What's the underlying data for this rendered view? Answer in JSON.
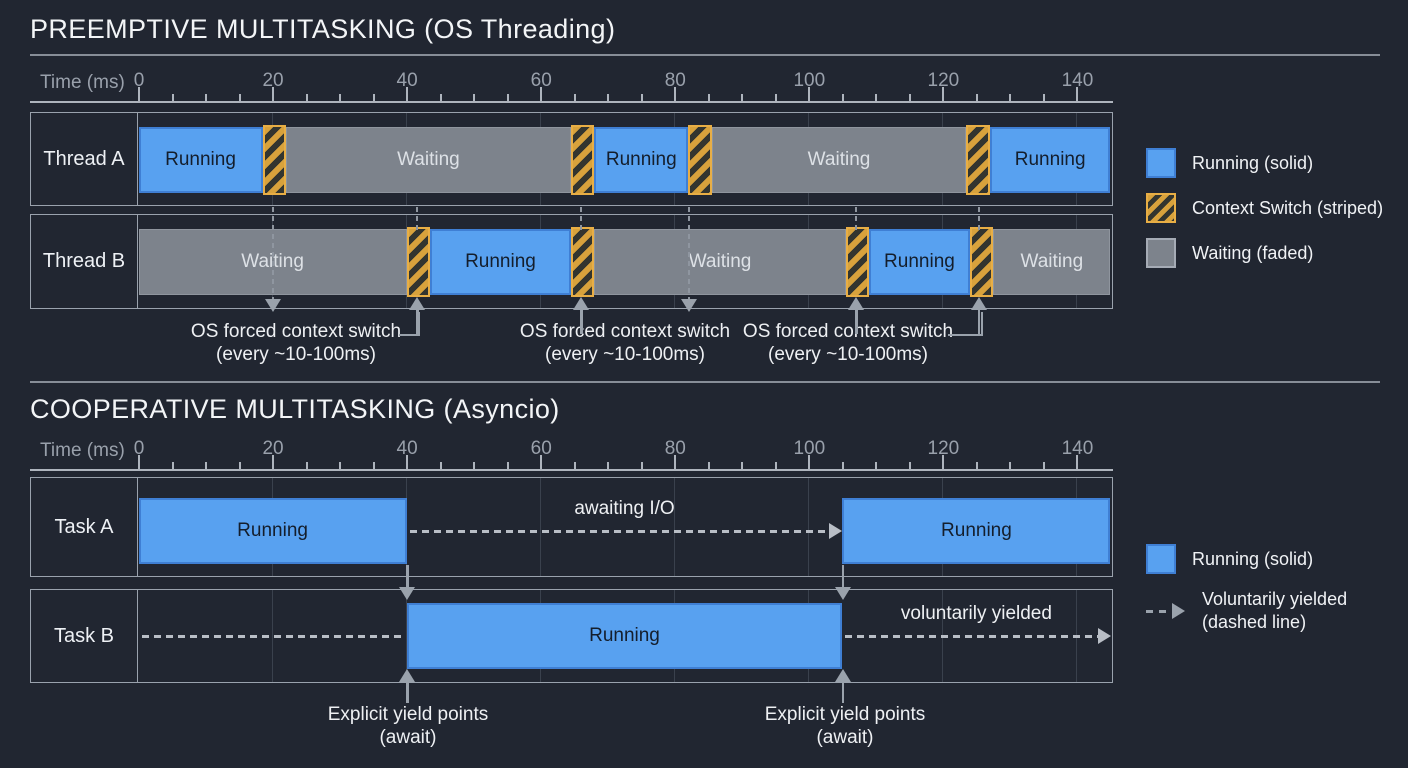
{
  "colors": {
    "background": "#212631",
    "running_blue": "#58a1f0",
    "waiting_gray": "#7d838c",
    "context_switch_gold": "#d8a23c",
    "arrow_gray": "#9aa2ac"
  },
  "preemptive": {
    "title": "PREEMPTIVE MULTITASKING (OS Threading)",
    "axis": {
      "label": "Time (ms)",
      "tick_labels": [
        "0",
        "20",
        "40",
        "60",
        "80",
        "100",
        "120",
        "140"
      ]
    },
    "rows": [
      {
        "label": "Thread A",
        "segments": [
          {
            "kind": "running",
            "label": "Running",
            "start": 0,
            "end": 18.5
          },
          {
            "kind": "switch",
            "start": 18.5,
            "end": 22
          },
          {
            "kind": "waiting",
            "label": "Waiting",
            "start": 22,
            "end": 64.5
          },
          {
            "kind": "switch",
            "start": 64.5,
            "end": 68
          },
          {
            "kind": "running",
            "label": "Running",
            "start": 68,
            "end": 82
          },
          {
            "kind": "switch",
            "start": 82,
            "end": 85.5
          },
          {
            "kind": "waiting",
            "label": "Waiting",
            "start": 85.5,
            "end": 123.5
          },
          {
            "kind": "switch",
            "start": 123.5,
            "end": 127
          },
          {
            "kind": "running",
            "label": "Running",
            "start": 127,
            "end": 145
          }
        ]
      },
      {
        "label": "Thread B",
        "segments": [
          {
            "kind": "waiting",
            "label": "Waiting",
            "start": 0,
            "end": 40
          },
          {
            "kind": "switch",
            "start": 40,
            "end": 43.5
          },
          {
            "kind": "running",
            "label": "Running",
            "start": 43.5,
            "end": 64.5
          },
          {
            "kind": "switch",
            "start": 64.5,
            "end": 68
          },
          {
            "kind": "waiting",
            "label": "Waiting",
            "start": 68,
            "end": 105.5
          },
          {
            "kind": "switch",
            "start": 105.5,
            "end": 109
          },
          {
            "kind": "running",
            "label": "Running",
            "start": 109,
            "end": 124
          },
          {
            "kind": "switch",
            "start": 124,
            "end": 127.5
          },
          {
            "kind": "waiting",
            "label": "Waiting",
            "start": 127.5,
            "end": 145
          }
        ]
      }
    ],
    "markers": [
      {
        "t": 20,
        "dir": "down"
      },
      {
        "t": 41.5,
        "dir": "up"
      },
      {
        "t": 66,
        "dir": "up"
      },
      {
        "t": 82,
        "dir": "down"
      },
      {
        "t": 107,
        "dir": "up"
      },
      {
        "t": 125.3,
        "dir": "up"
      }
    ],
    "annotations": [
      {
        "line1": "OS forced context switch",
        "line2": "(every ~10-100ms)"
      },
      {
        "line1": "OS forced context switch",
        "line2": "(every ~10-100ms)"
      },
      {
        "line1": "OS forced context switch",
        "line2": "(every ~10-100ms)"
      }
    ],
    "legend": [
      {
        "swatch": "running",
        "label": "Running (solid)"
      },
      {
        "swatch": "context-switch",
        "label": "Context Switch (striped)"
      },
      {
        "swatch": "waiting",
        "label": "Waiting (faded)"
      }
    ]
  },
  "cooperative": {
    "title": "COOPERATIVE MULTITASKING (Asyncio)",
    "axis": {
      "label": "Time (ms)",
      "tick_labels": [
        "0",
        "20",
        "40",
        "60",
        "80",
        "100",
        "120",
        "140"
      ]
    },
    "rows": [
      {
        "label": "Task A",
        "segments": [
          {
            "kind": "running",
            "label": "Running",
            "start": 0,
            "end": 40
          },
          {
            "kind": "yield-arrow",
            "label": "awaiting I/O",
            "start": 40,
            "end": 105
          },
          {
            "kind": "running",
            "label": "Running",
            "start": 105,
            "end": 145
          }
        ]
      },
      {
        "label": "Task B",
        "segments": [
          {
            "kind": "yield-line",
            "start": 0,
            "end": 40
          },
          {
            "kind": "running",
            "label": "Running",
            "start": 40,
            "end": 105
          },
          {
            "kind": "yield-arrow",
            "label": "voluntarily yielded",
            "start": 105,
            "end": 145
          }
        ]
      }
    ],
    "markers": [
      {
        "t": 40
      },
      {
        "t": 105
      }
    ],
    "annotations": [
      {
        "line1": "Explicit yield points",
        "line2": "(await)"
      },
      {
        "line1": "Explicit yield points",
        "line2": "(await)"
      }
    ],
    "legend": [
      {
        "swatch": "running",
        "label": "Running (solid)"
      },
      {
        "swatch": "dashed-arrow",
        "label_line1": "Voluntarily yielded",
        "label_line2": "(dashed line)"
      }
    ]
  }
}
